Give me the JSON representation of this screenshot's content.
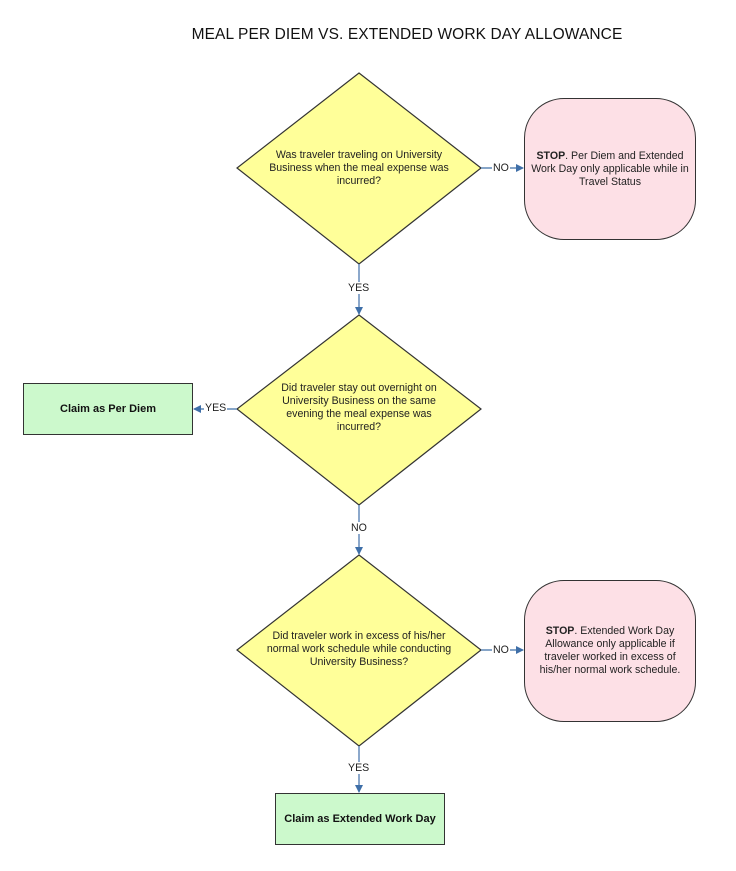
{
  "title": "MEAL PER DIEM VS. EXTENDED WORK DAY ALLOWANCE",
  "decisions": [
    {
      "text": "Was traveler traveling on University Business when the meal expense was incurred?"
    },
    {
      "text": "Did traveler stay out overnight on University Business on the same evening the meal expense was incurred?"
    },
    {
      "text": "Did traveler work in excess of  his/her normal work schedule while conducting University Business?"
    }
  ],
  "stops": [
    {
      "bold": "STOP",
      "text": ".  Per Diem and Extended Work Day only applicable while in Travel Status"
    },
    {
      "bold": "STOP",
      "text": ".  Extended Work Day Allowance only applicable if traveler worked in excess of his/her normal work schedule."
    }
  ],
  "outcomes": {
    "per_diem": "Claim as Per Diem",
    "extended": "Claim as Extended Work Day"
  },
  "edge_labels": {
    "d1_no": "NO",
    "d1_yes": "YES",
    "d2_yes": "YES",
    "d2_no": "NO",
    "d3_no": "NO",
    "d3_yes": "YES"
  },
  "colors": {
    "diamond_fill": "#ffff99",
    "stop_fill": "#fde0e6",
    "claim_fill": "#ccf9cc",
    "connector": "#3f6fa8"
  }
}
